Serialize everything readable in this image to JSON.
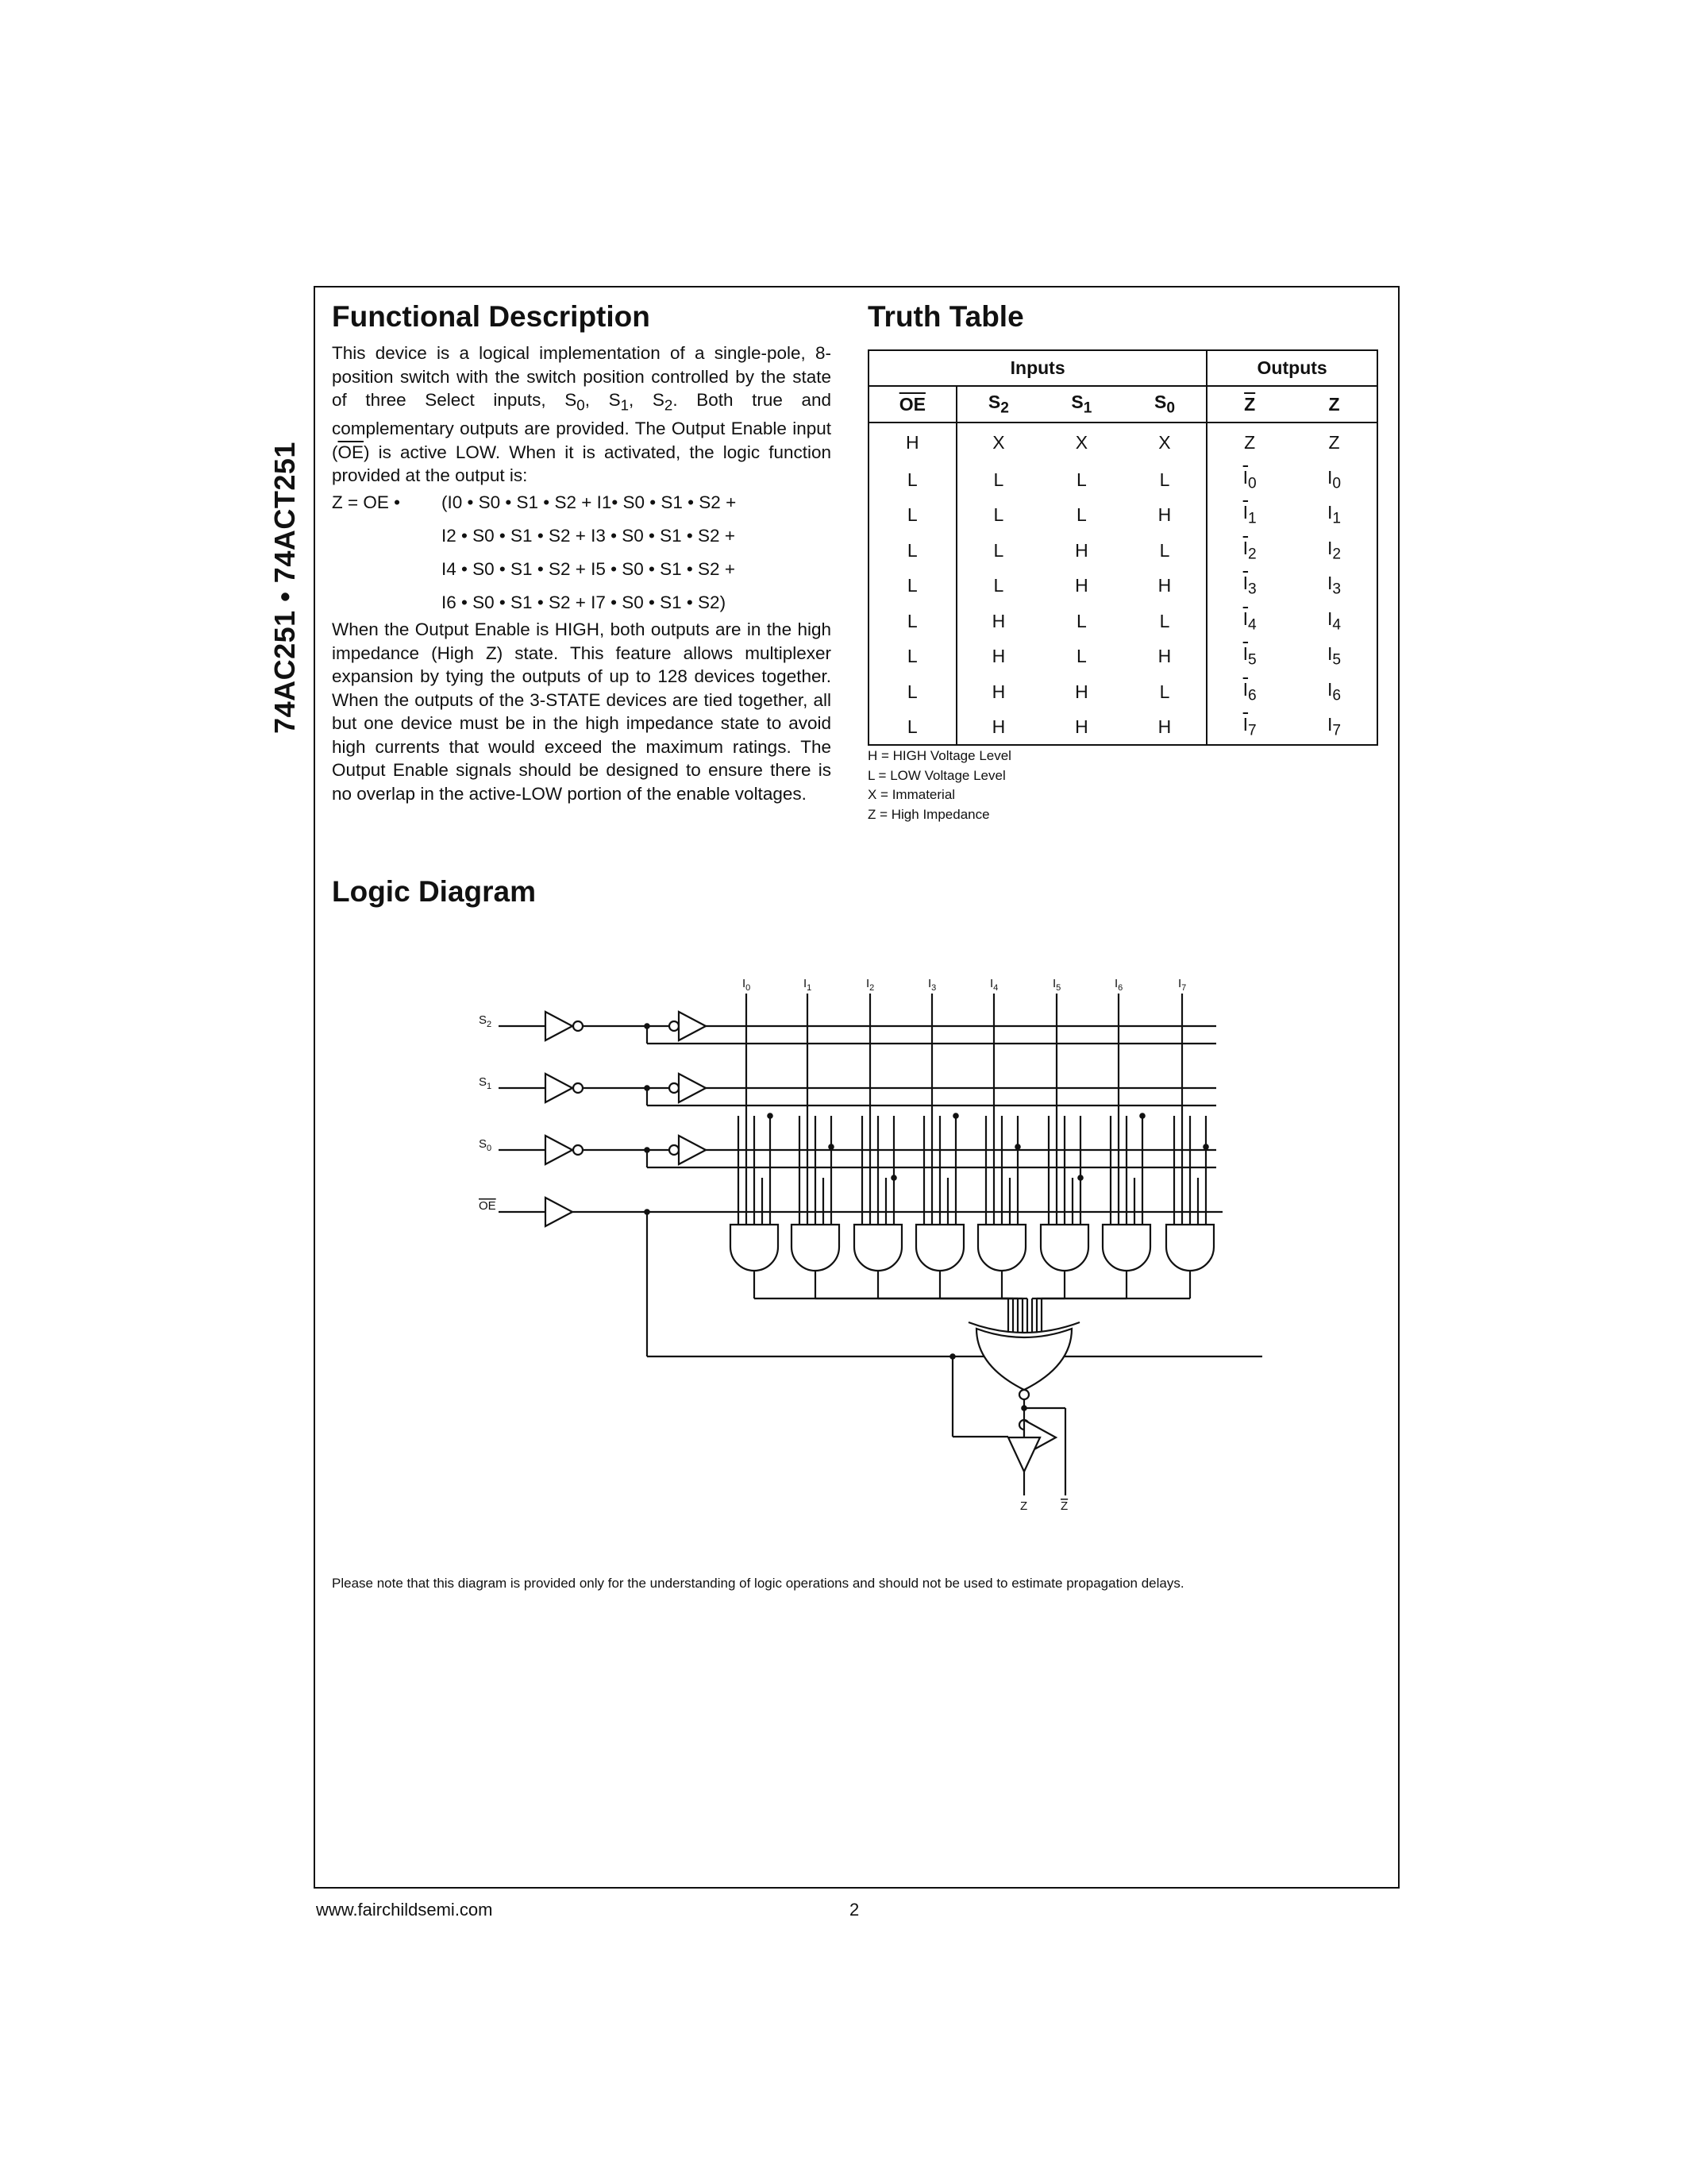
{
  "side_title": "74AC251 • 74ACT251",
  "functional": {
    "heading": "Functional Description",
    "para1_a": "This device is a logical implementation of a single-pole, 8-position switch with the switch position controlled by the state of three Select inputs, S",
    "para1_b": "0",
    "para1_c": ", S",
    "para1_d": "1",
    "para1_e": ", S",
    "para1_f": "2",
    "para1_g": ". Both true and complementary outputs are provided. The Output Enable input (",
    "para1_h": "OE",
    "para1_i": ") is active LOW. When it is activated, the logic function provided at the output is:",
    "formula_lead": "Z = OE •",
    "formula_lines": [
      "(I0 • S0 • S1 • S2 + I1• S0 • S1 • S2 +",
      "I2 • S0 • S1 • S2 + I3 • S0 • S1 • S2 +",
      "I4 • S0 • S1 • S2 + I5 • S0 • S1 • S2 +",
      "I6 • S0 • S1 • S2 + I7 • S0 • S1 • S2)"
    ],
    "para2": "When the Output Enable is HIGH, both outputs are in the high impedance (High Z) state. This feature allows multiplexer expansion by tying the outputs of up to 128 devices together. When the outputs of the 3-STATE devices are tied together, all but one device must be in the high impedance state to avoid high currents that would exceed the maximum ratings. The Output Enable signals should be designed to ensure there is no overlap in the active-LOW portion of the enable voltages."
  },
  "truth_table": {
    "heading": "Truth Table",
    "group_inputs": "Inputs",
    "group_outputs": "Outputs",
    "columns": [
      "OE",
      "S2",
      "S1",
      "S0",
      "Z",
      "Z"
    ],
    "rows": [
      [
        "H",
        "X",
        "X",
        "X",
        "Z",
        "Z"
      ],
      [
        "L",
        "L",
        "L",
        "L",
        "I0",
        "I0"
      ],
      [
        "L",
        "L",
        "L",
        "H",
        "I1",
        "I1"
      ],
      [
        "L",
        "L",
        "H",
        "L",
        "I2",
        "I2"
      ],
      [
        "L",
        "L",
        "H",
        "H",
        "I3",
        "I3"
      ],
      [
        "L",
        "H",
        "L",
        "L",
        "I4",
        "I4"
      ],
      [
        "L",
        "H",
        "L",
        "H",
        "I5",
        "I5"
      ],
      [
        "L",
        "H",
        "H",
        "L",
        "I6",
        "I6"
      ],
      [
        "L",
        "H",
        "H",
        "H",
        "I7",
        "I7"
      ]
    ],
    "legend": [
      "H = HIGH Voltage Level",
      "L = LOW Voltage Level",
      "X = Immaterial",
      "Z = High Impedance"
    ]
  },
  "logic_diagram": {
    "heading": "Logic Diagram",
    "data_inputs": [
      "I0",
      "I1",
      "I2",
      "I3",
      "I4",
      "I5",
      "I6",
      "I7"
    ],
    "select_inputs": [
      "S2",
      "S1",
      "S0",
      "OE"
    ],
    "outputs": [
      "Z",
      "Z"
    ],
    "note": "Please note that this diagram is provided only for the understanding of logic operations and should not be used to estimate propagation delays."
  },
  "footer": {
    "url": "www.fairchildsemi.com",
    "page": "2"
  }
}
